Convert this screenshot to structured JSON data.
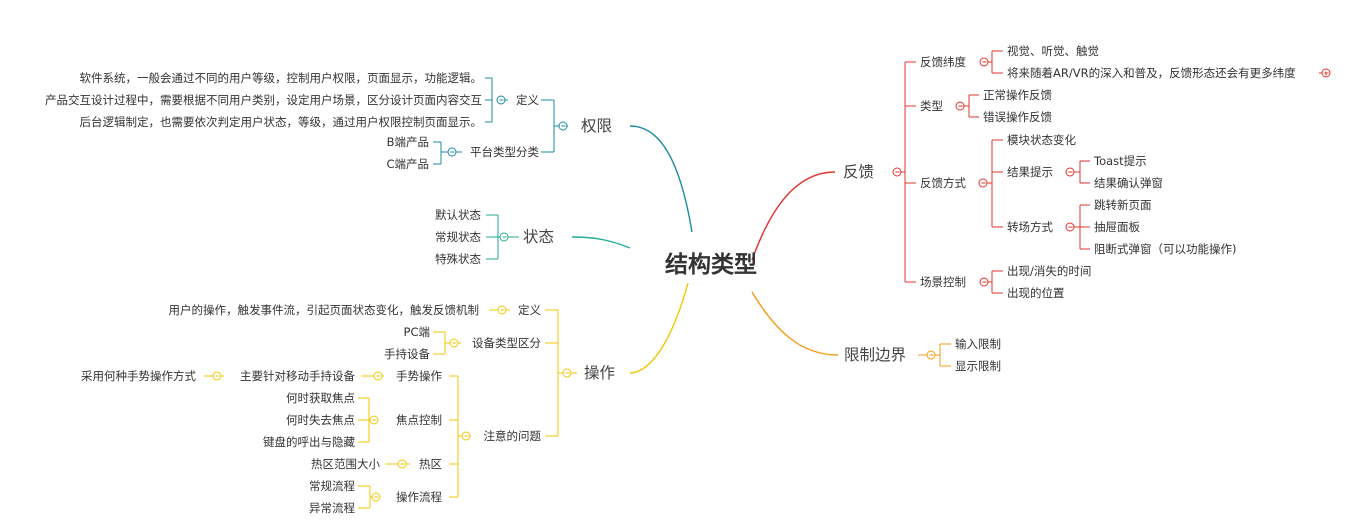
{
  "root": "结构类型",
  "colors": {
    "quanxian": "#1a8aa6",
    "zhuangtai": "#22ab97",
    "caozuo": "#f5c400",
    "fankui": "#e2352e",
    "xianzhi": "#f79a14"
  },
  "quanxian": {
    "title": "权限",
    "dingyi": {
      "label": "定义",
      "lines": [
        "软件系统，一般会通过不同的用户等级，控制用户权限，页面显示，功能逻辑。",
        "产品交互设计过程中，需要根据不同用户类别，设定用户场景，区分设计页面内容交互",
        "后台逻辑制定，也需要依次判定用户状态，等级，通过用户权限控制页面显示。"
      ]
    },
    "pingtai": {
      "label": "平台类型分类",
      "items": [
        "B端产品",
        "C端产品"
      ]
    }
  },
  "zhuangtai": {
    "title": "状态",
    "items": [
      "默认状态",
      "常规状态",
      "特殊状态"
    ]
  },
  "caozuo": {
    "title": "操作",
    "dingyi": {
      "label": "定义",
      "text": "用户的操作，触发事件流，引起页面状态变化，触发反馈机制"
    },
    "shebei": {
      "label": "设备类型区分",
      "items": [
        "PC端",
        "手持设备"
      ]
    },
    "wenti": {
      "label": "注意的问题",
      "shoushi": {
        "label": "手势操作",
        "sub": "主要针对移动手持设备",
        "leaf": "采用何种手势操作方式"
      },
      "jiaodian": {
        "label": "焦点控制",
        "items": [
          "何时获取焦点",
          "何时失去焦点",
          "键盘的呼出与隐藏"
        ]
      },
      "requ": {
        "label": "热区",
        "items": [
          "热区范围大小"
        ]
      },
      "liucheng": {
        "label": "操作流程",
        "items": [
          "常规流程",
          "异常流程"
        ]
      }
    }
  },
  "fankui": {
    "title": "反馈",
    "weidu": {
      "label": "反馈纬度",
      "items": [
        "视觉、听觉、触觉",
        "将来随着AR/VR的深入和普及，反馈形态还会有更多纬度"
      ]
    },
    "leixing": {
      "label": "类型",
      "items": [
        "正常操作反馈",
        "错误操作反馈"
      ]
    },
    "fangshi": {
      "label": "反馈方式",
      "mokuai": "模块状态变化",
      "jieguo": {
        "label": "结果提示",
        "items": [
          "Toast提示",
          "结果确认弹窗"
        ]
      },
      "zhuanchang": {
        "label": "转场方式",
        "items": [
          "跳转新页面",
          "抽屉面板",
          "阻断式弹窗（可以功能操作)"
        ]
      }
    },
    "changjing": {
      "label": "场景控制",
      "items": [
        "出现/消失的时间",
        "出现的位置"
      ]
    }
  },
  "xianzhi": {
    "title": "限制边界",
    "items": [
      "输入限制",
      "显示限制"
    ]
  }
}
